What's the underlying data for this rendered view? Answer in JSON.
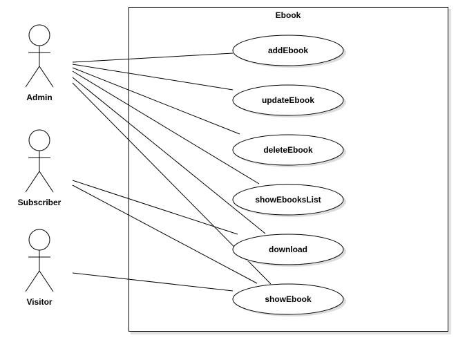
{
  "system": {
    "title": "Ebook"
  },
  "actors": [
    {
      "id": "admin",
      "label": "Admin"
    },
    {
      "id": "subscriber",
      "label": "Subscriber"
    },
    {
      "id": "visitor",
      "label": "Visitor"
    }
  ],
  "use_cases": [
    {
      "id": "addEbook",
      "label": "addEbook"
    },
    {
      "id": "updateEbook",
      "label": "updateEbook"
    },
    {
      "id": "deleteEbook",
      "label": "deleteEbook"
    },
    {
      "id": "showEbooksList",
      "label": "showEbooksList"
    },
    {
      "id": "download",
      "label": "download"
    },
    {
      "id": "showEbook",
      "label": "showEbook"
    }
  ],
  "associations": [
    {
      "from": "admin",
      "to": "addEbook"
    },
    {
      "from": "admin",
      "to": "updateEbook"
    },
    {
      "from": "admin",
      "to": "deleteEbook"
    },
    {
      "from": "admin",
      "to": "showEbooksList"
    },
    {
      "from": "admin",
      "to": "download"
    },
    {
      "from": "admin",
      "to": "showEbook"
    },
    {
      "from": "subscriber",
      "to": "download"
    },
    {
      "from": "subscriber",
      "to": "showEbook"
    },
    {
      "from": "visitor",
      "to": "showEbook"
    }
  ]
}
